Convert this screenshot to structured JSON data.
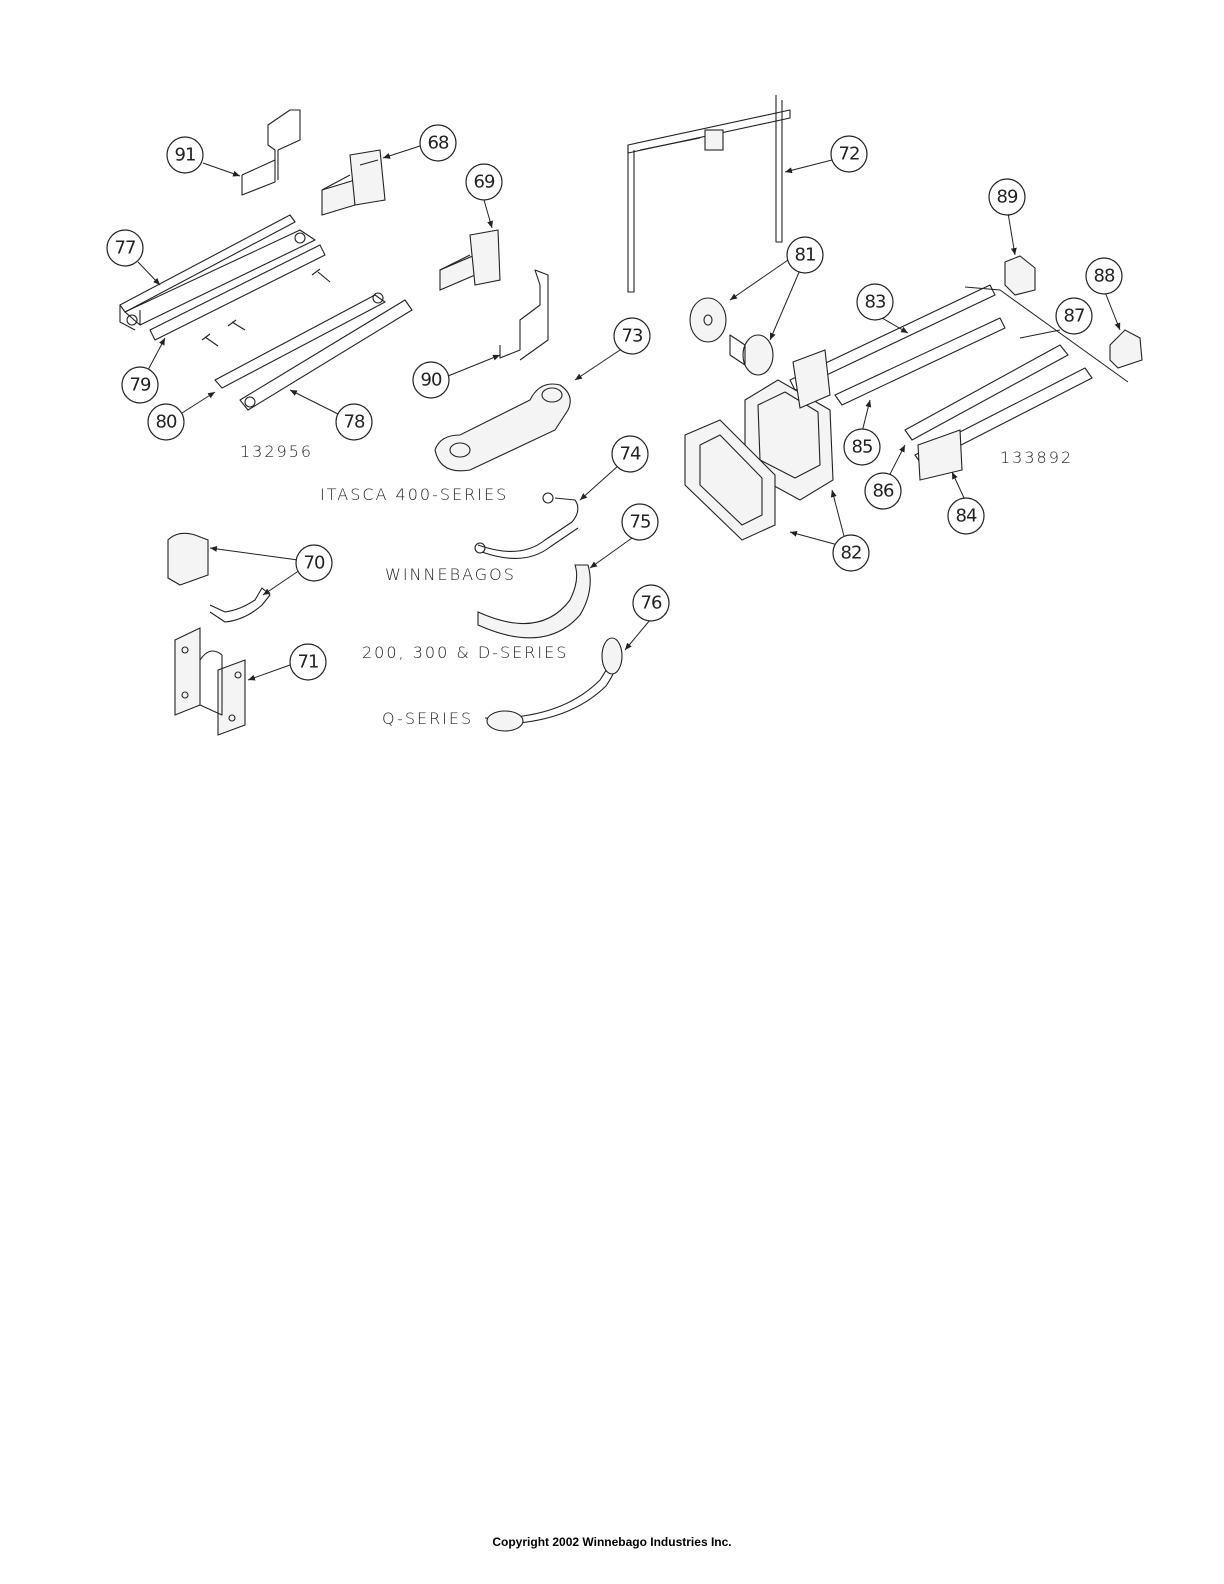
{
  "callouts": [
    "91",
    "68",
    "69",
    "77",
    "79",
    "80",
    "78",
    "90",
    "73",
    "74",
    "75",
    "76",
    "70",
    "71",
    "72",
    "81",
    "83",
    "89",
    "88",
    "87",
    "85",
    "86",
    "84",
    "82"
  ],
  "part_numbers": [
    "132956",
    "133892"
  ],
  "captions": [
    "ITASCA 400-SERIES",
    "WINNEBAGOS",
    "200, 300 & D-SERIES",
    "Q-SERIES"
  ],
  "footer": {
    "copyright": "Copyright 2002 Winnebago Industries Inc."
  }
}
